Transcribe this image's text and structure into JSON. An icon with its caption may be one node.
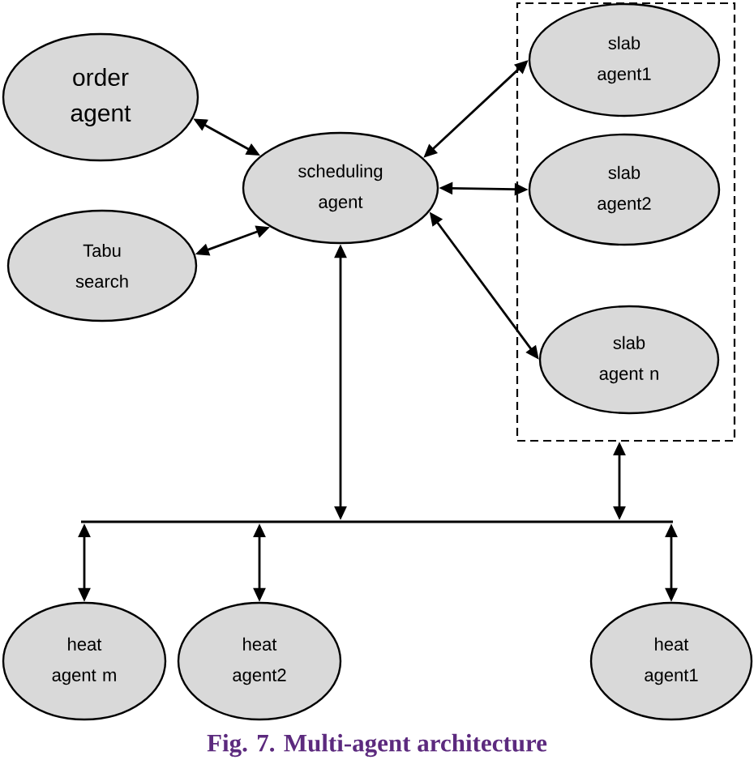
{
  "diagram": {
    "caption": "Fig. 7. Multi-agent architecture",
    "nodes": [
      {
        "text": [
          "order agent"
        ]
      },
      {
        "text": [
          "Tabu search"
        ]
      },
      {
        "text": [
          "scheduling agent"
        ]
      },
      {
        "text": [],
        "shape": "box"
      },
      {
        "text": [
          "slab agent1"
        ],
        "in": 3
      },
      {
        "text": [
          "slab agent2"
        ],
        "in": 3
      },
      {
        "text": [
          "slab agent n"
        ],
        "in": 3
      },
      {
        "text": [],
        "shape": "bar"
      },
      {
        "text": [
          "heat agent m"
        ]
      },
      {
        "text": [
          "heat agent2"
        ]
      },
      {
        "text": [
          "heat agent1"
        ]
      }
    ],
    "edges": [
      {
        "from": 0,
        "to": 2,
        "arrow": "both"
      },
      {
        "from": 1,
        "to": 2,
        "arrow": "both"
      },
      {
        "from": 2,
        "to": 4,
        "arrow": "both"
      },
      {
        "from": 2,
        "to": 5,
        "arrow": "both"
      },
      {
        "from": 2,
        "to": 6,
        "arrow": "both"
      },
      {
        "from": 2,
        "to": 7,
        "arrow": "both"
      },
      {
        "from": 3,
        "to": 7,
        "arrow": "both"
      },
      {
        "from": 7,
        "to": 8,
        "arrow": "both"
      },
      {
        "from": 7,
        "to": 9,
        "arrow": "both"
      },
      {
        "from": 7,
        "to": 10,
        "arrow": "both"
      }
    ]
  }
}
